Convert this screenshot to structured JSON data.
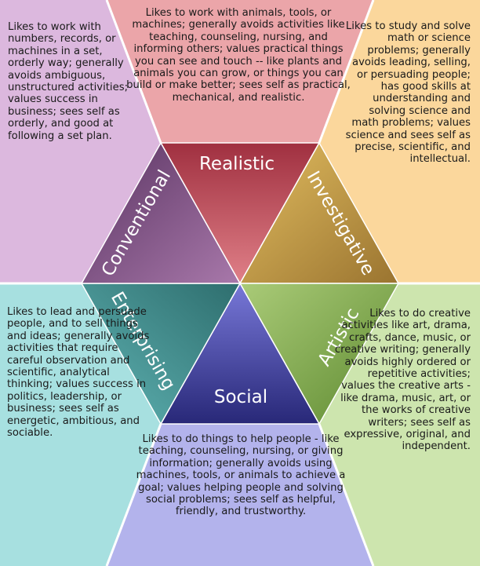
{
  "types": {
    "realistic": {
      "label": "Realistic",
      "description": "Likes to work with animals, tools, or machines; generally avoids activities like teaching, counseling, nursing, and informing others; values practical things you can see and touch -- like plants and animals you can grow, or things you can build or make better; sees self as practical, mechanical, and realistic.",
      "tri_color": "#b84450",
      "panel_color": "#eba5a9"
    },
    "investigative": {
      "label": "Investigative",
      "description": "Likes to study and solve math or science problems; generally avoids leading, selling, or persuading people; has good skills at understanding and solving science and math problems; values science and sees self as precise, scientific, and intellectual.",
      "tri_color": "#c9a040",
      "panel_color": "#fbd79c"
    },
    "artistic": {
      "label": "Artistic",
      "description": "Likes to do creative activities like art, drama, crafts, dance, music, or creative writing; generally avoids highly ordered or repetitive activities; values the creative arts - like drama, music, art, or the works of creative writers; sees self as expressive, original, and independent.",
      "tri_color": "#82a84a",
      "panel_color": "#cde5ae"
    },
    "social": {
      "label": "Social",
      "description": "Likes to do things to help people - like teaching, counseling, nursing, or giving information; generally avoids using machines, tools, or animals to achieve a goal; values helping people and solving social problems; sees self as helpful, friendly, and trustworthy.",
      "tri_color": "#4a4a9e",
      "panel_color": "#b3b3ec"
    },
    "enterprising": {
      "label": "Enterprising",
      "description": "Likes to lead and persuade people, and to sell things and ideas; generally avoids activities that require careful observation and scientific, analytical thinking; values success in politics, leadership, or business; sees self as energetic, ambitious, and sociable.",
      "tri_color": "#3a8a8a",
      "panel_color": "#a7e0e0"
    },
    "conventional": {
      "label": "Conventional",
      "description": "Likes to work with numbers, records, or machines in a set, orderly way; generally avoids ambiguous, unstructured activities; values success in business; sees self as orderly, and good at following a set plan.",
      "tri_color": "#7a4a80",
      "panel_color": "#dcb8de"
    }
  }
}
